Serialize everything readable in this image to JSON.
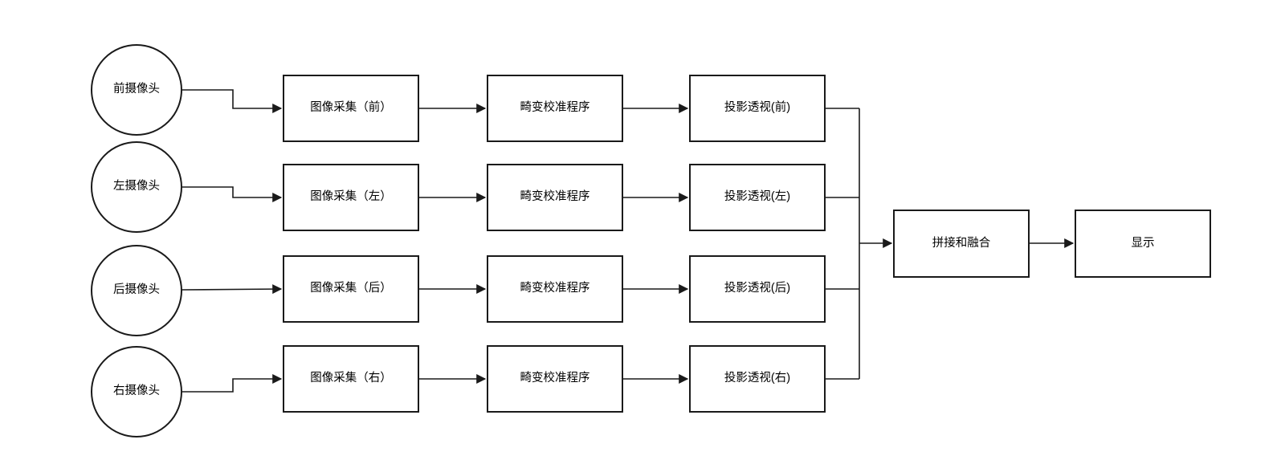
{
  "colors": {
    "background": "#ffffff",
    "stroke": "#1a1a1a",
    "node_fill": "#ffffff",
    "text": "#000000"
  },
  "flowchart": {
    "rows": [
      {
        "camera": "前摄像头",
        "capture": "图像采集（前）",
        "calibration": "畸变校准程序",
        "projection": "投影透视(前)"
      },
      {
        "camera": "左摄像头",
        "capture": "图像采集（左）",
        "calibration": "畸变校准程序",
        "projection": "投影透视(左)"
      },
      {
        "camera": "后摄像头",
        "capture": "图像采集（后）",
        "calibration": "畸变校准程序",
        "projection": "投影透视(后)"
      },
      {
        "camera": "右摄像头",
        "capture": "图像采集（右）",
        "calibration": "畸变校准程序",
        "projection": "投影透视(右)"
      }
    ],
    "merge_label": "拼接和融合",
    "display_label": "显示"
  }
}
